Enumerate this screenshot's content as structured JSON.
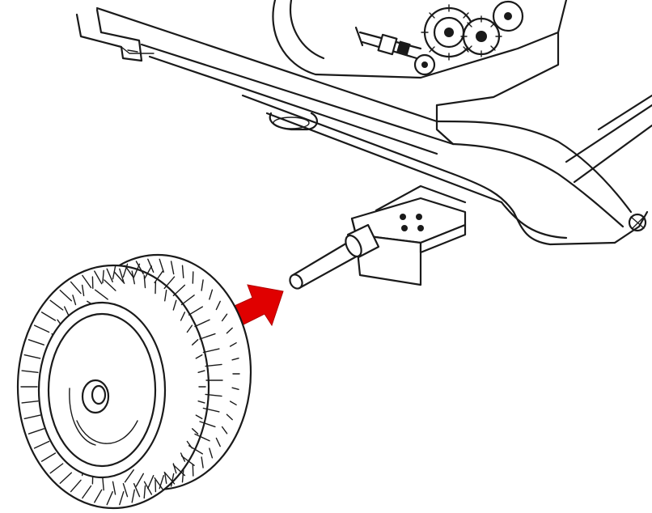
{
  "figure": {
    "kind": "assembly-instruction-illustration",
    "background_color": "#ffffff",
    "line_color": "#1a1a1a",
    "parts": [
      {
        "name": "frame",
        "icon": "machine-frame"
      },
      {
        "name": "gear-assembly",
        "icon": "gear-icon"
      },
      {
        "name": "axle-bracket",
        "icon": "bracket-with-holes"
      },
      {
        "name": "axle-pin",
        "icon": "axle-shaft"
      },
      {
        "name": "wheel",
        "icon": "treaded-tire-icon"
      }
    ],
    "direction_arrow": {
      "icon": "arrow-right-icon",
      "color": "#e00000",
      "meaning": "insert-wheel-onto-axle"
    }
  }
}
